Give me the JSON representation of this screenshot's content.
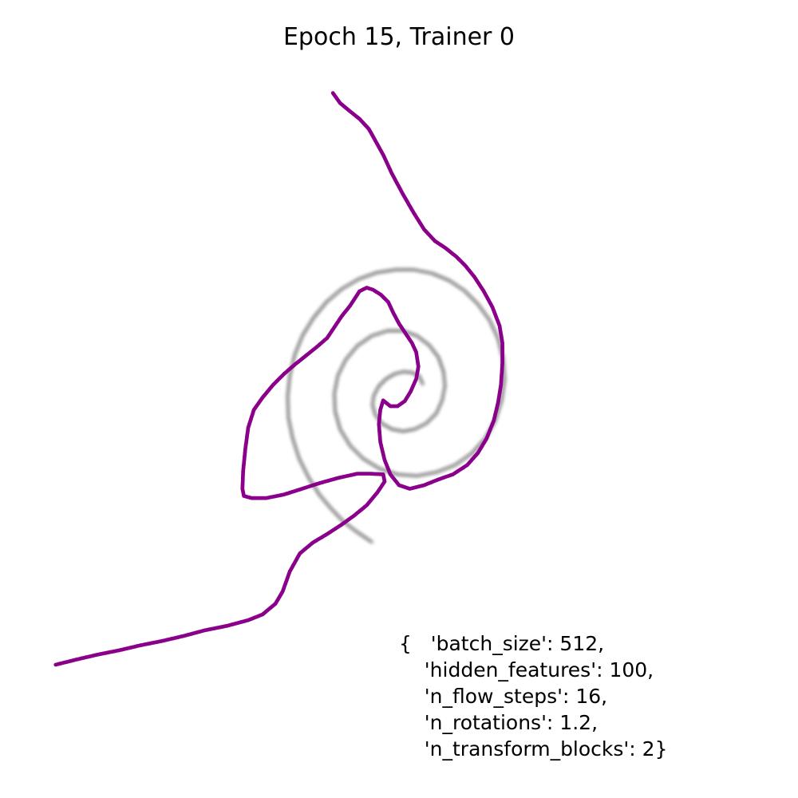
{
  "chart_data": {
    "type": "scatter",
    "title": "Epoch 15, Trainer 0",
    "xlabel": "",
    "ylabel": "",
    "axes": "off",
    "grid": false,
    "xlim": [
      -5,
      5
    ],
    "ylim": [
      -5,
      5
    ],
    "series": [
      {
        "role": "target",
        "color": "#808080",
        "points": [
          [
            0.33,
            0.21
          ],
          [
            0.28,
            0.32
          ],
          [
            0.18,
            0.37
          ],
          [
            0.06,
            0.38
          ],
          [
            -0.06,
            0.35
          ],
          [
            -0.18,
            0.28
          ],
          [
            -0.28,
            0.18
          ],
          [
            -0.35,
            0.05
          ],
          [
            -0.37,
            -0.08
          ],
          [
            -0.33,
            -0.22
          ],
          [
            -0.24,
            -0.34
          ],
          [
            -0.1,
            -0.42
          ],
          [
            0.06,
            -0.45
          ],
          [
            0.22,
            -0.42
          ],
          [
            0.38,
            -0.34
          ],
          [
            0.52,
            -0.2
          ],
          [
            0.6,
            -0.02
          ],
          [
            0.64,
            0.18
          ],
          [
            0.62,
            0.38
          ],
          [
            0.55,
            0.58
          ],
          [
            0.42,
            0.75
          ],
          [
            0.25,
            0.88
          ],
          [
            0.05,
            0.95
          ],
          [
            -0.16,
            0.95
          ],
          [
            -0.38,
            0.88
          ],
          [
            -0.58,
            0.74
          ],
          [
            -0.74,
            0.55
          ],
          [
            -0.85,
            0.33
          ],
          [
            -0.9,
            0.08
          ],
          [
            -0.89,
            -0.17
          ],
          [
            -0.82,
            -0.42
          ],
          [
            -0.68,
            -0.65
          ],
          [
            -0.5,
            -0.83
          ],
          [
            -0.27,
            -0.97
          ],
          [
            -0.02,
            -1.05
          ],
          [
            0.25,
            -1.07
          ],
          [
            0.52,
            -1.02
          ],
          [
            0.78,
            -0.92
          ],
          [
            1.01,
            -0.76
          ],
          [
            1.2,
            -0.55
          ],
          [
            1.34,
            -0.3
          ],
          [
            1.43,
            -0.02
          ],
          [
            1.47,
            0.27
          ],
          [
            1.45,
            0.56
          ],
          [
            1.38,
            0.84
          ],
          [
            1.26,
            1.1
          ],
          [
            1.1,
            1.32
          ],
          [
            0.91,
            1.51
          ],
          [
            0.7,
            1.65
          ],
          [
            0.46,
            1.75
          ],
          [
            0.21,
            1.8
          ],
          [
            -0.05,
            1.8
          ],
          [
            -0.31,
            1.76
          ],
          [
            -0.56,
            1.67
          ],
          [
            -0.8,
            1.53
          ],
          [
            -1.01,
            1.35
          ],
          [
            -1.19,
            1.13
          ],
          [
            -1.34,
            0.89
          ],
          [
            -1.45,
            0.62
          ],
          [
            -1.52,
            0.33
          ],
          [
            -1.55,
            0.04
          ],
          [
            -1.54,
            -0.26
          ],
          [
            -1.48,
            -0.55
          ],
          [
            -1.39,
            -0.83
          ],
          [
            -1.26,
            -1.09
          ],
          [
            -1.11,
            -1.33
          ],
          [
            -0.95,
            -1.52
          ],
          [
            -0.78,
            -1.7
          ],
          [
            -0.6,
            -1.84
          ],
          [
            -0.38,
            -1.99
          ]
        ]
      },
      {
        "role": "model",
        "color": "#8B008B",
        "points": [
          [
            -0.92,
            4.26
          ],
          [
            -0.82,
            4.12
          ],
          [
            -0.7,
            4.02
          ],
          [
            -0.55,
            3.9
          ],
          [
            -0.42,
            3.76
          ],
          [
            -0.32,
            3.58
          ],
          [
            -0.22,
            3.4
          ],
          [
            -0.1,
            3.14
          ],
          [
            0.05,
            2.86
          ],
          [
            0.2,
            2.6
          ],
          [
            0.35,
            2.36
          ],
          [
            0.5,
            2.2
          ],
          [
            0.65,
            2.1
          ],
          [
            0.8,
            1.98
          ],
          [
            0.92,
            1.86
          ],
          [
            1.05,
            1.7
          ],
          [
            1.18,
            1.5
          ],
          [
            1.3,
            1.28
          ],
          [
            1.4,
            1.02
          ],
          [
            1.44,
            0.78
          ],
          [
            1.44,
            0.5
          ],
          [
            1.42,
            0.2
          ],
          [
            1.38,
            -0.05
          ],
          [
            1.32,
            -0.3
          ],
          [
            1.22,
            -0.55
          ],
          [
            1.1,
            -0.75
          ],
          [
            0.95,
            -0.92
          ],
          [
            0.75,
            -1.05
          ],
          [
            0.55,
            -1.12
          ],
          [
            0.35,
            -1.2
          ],
          [
            0.15,
            -1.25
          ],
          [
            0.0,
            -1.2
          ],
          [
            -0.12,
            -1.05
          ],
          [
            -0.2,
            -0.85
          ],
          [
            -0.26,
            -0.6
          ],
          [
            -0.28,
            -0.35
          ],
          [
            -0.26,
            -0.15
          ],
          [
            -0.22,
            -0.02
          ],
          [
            -0.12,
            -0.1
          ],
          [
            -0.02,
            -0.1
          ],
          [
            0.08,
            -0.03
          ],
          [
            0.16,
            0.1
          ],
          [
            0.24,
            0.28
          ],
          [
            0.27,
            0.45
          ],
          [
            0.24,
            0.65
          ],
          [
            0.18,
            0.78
          ],
          [
            0.1,
            0.9
          ],
          [
            0.0,
            1.05
          ],
          [
            -0.08,
            1.2
          ],
          [
            -0.15,
            1.35
          ],
          [
            -0.25,
            1.45
          ],
          [
            -0.36,
            1.52
          ],
          [
            -0.45,
            1.55
          ],
          [
            -0.55,
            1.5
          ],
          [
            -0.68,
            1.3
          ],
          [
            -0.8,
            1.15
          ],
          [
            -0.9,
            1.0
          ],
          [
            -1.0,
            0.85
          ],
          [
            -1.15,
            0.72
          ],
          [
            -1.3,
            0.6
          ],
          [
            -1.45,
            0.48
          ],
          [
            -1.6,
            0.35
          ],
          [
            -1.75,
            0.2
          ],
          [
            -1.9,
            0.02
          ],
          [
            -2.02,
            -0.15
          ],
          [
            -2.1,
            -0.4
          ],
          [
            -2.14,
            -0.7
          ],
          [
            -2.17,
            -1.0
          ],
          [
            -2.18,
            -1.25
          ],
          [
            -2.16,
            -1.35
          ],
          [
            -2.05,
            -1.38
          ],
          [
            -1.85,
            -1.38
          ],
          [
            -1.6,
            -1.33
          ],
          [
            -1.35,
            -1.25
          ],
          [
            -1.1,
            -1.17
          ],
          [
            -0.85,
            -1.1
          ],
          [
            -0.58,
            -1.04
          ],
          [
            -0.4,
            -1.04
          ],
          [
            -0.22,
            -1.05
          ],
          [
            -0.2,
            -1.15
          ],
          [
            -0.3,
            -1.3
          ],
          [
            -0.45,
            -1.48
          ],
          [
            -0.62,
            -1.62
          ],
          [
            -0.8,
            -1.75
          ],
          [
            -1.0,
            -1.88
          ],
          [
            -1.2,
            -2.0
          ],
          [
            -1.38,
            -2.15
          ],
          [
            -1.52,
            -2.4
          ],
          [
            -1.62,
            -2.68
          ],
          [
            -1.72,
            -2.85
          ],
          [
            -1.9,
            -3.0
          ],
          [
            -2.1,
            -3.08
          ],
          [
            -2.4,
            -3.16
          ],
          [
            -2.7,
            -3.22
          ],
          [
            -3.0,
            -3.3
          ],
          [
            -3.3,
            -3.37
          ],
          [
            -3.6,
            -3.43
          ],
          [
            -3.9,
            -3.5
          ],
          [
            -4.2,
            -3.56
          ],
          [
            -4.5,
            -3.63
          ],
          [
            -4.78,
            -3.7
          ]
        ]
      }
    ],
    "annotation": {
      "lines": [
        "{   'batch_size': 512,",
        "    'hidden_features': 100,",
        "    'n_flow_steps': 16,",
        "    'n_rotations': 1.2,",
        "    'n_transform_blocks': 2}"
      ]
    }
  }
}
